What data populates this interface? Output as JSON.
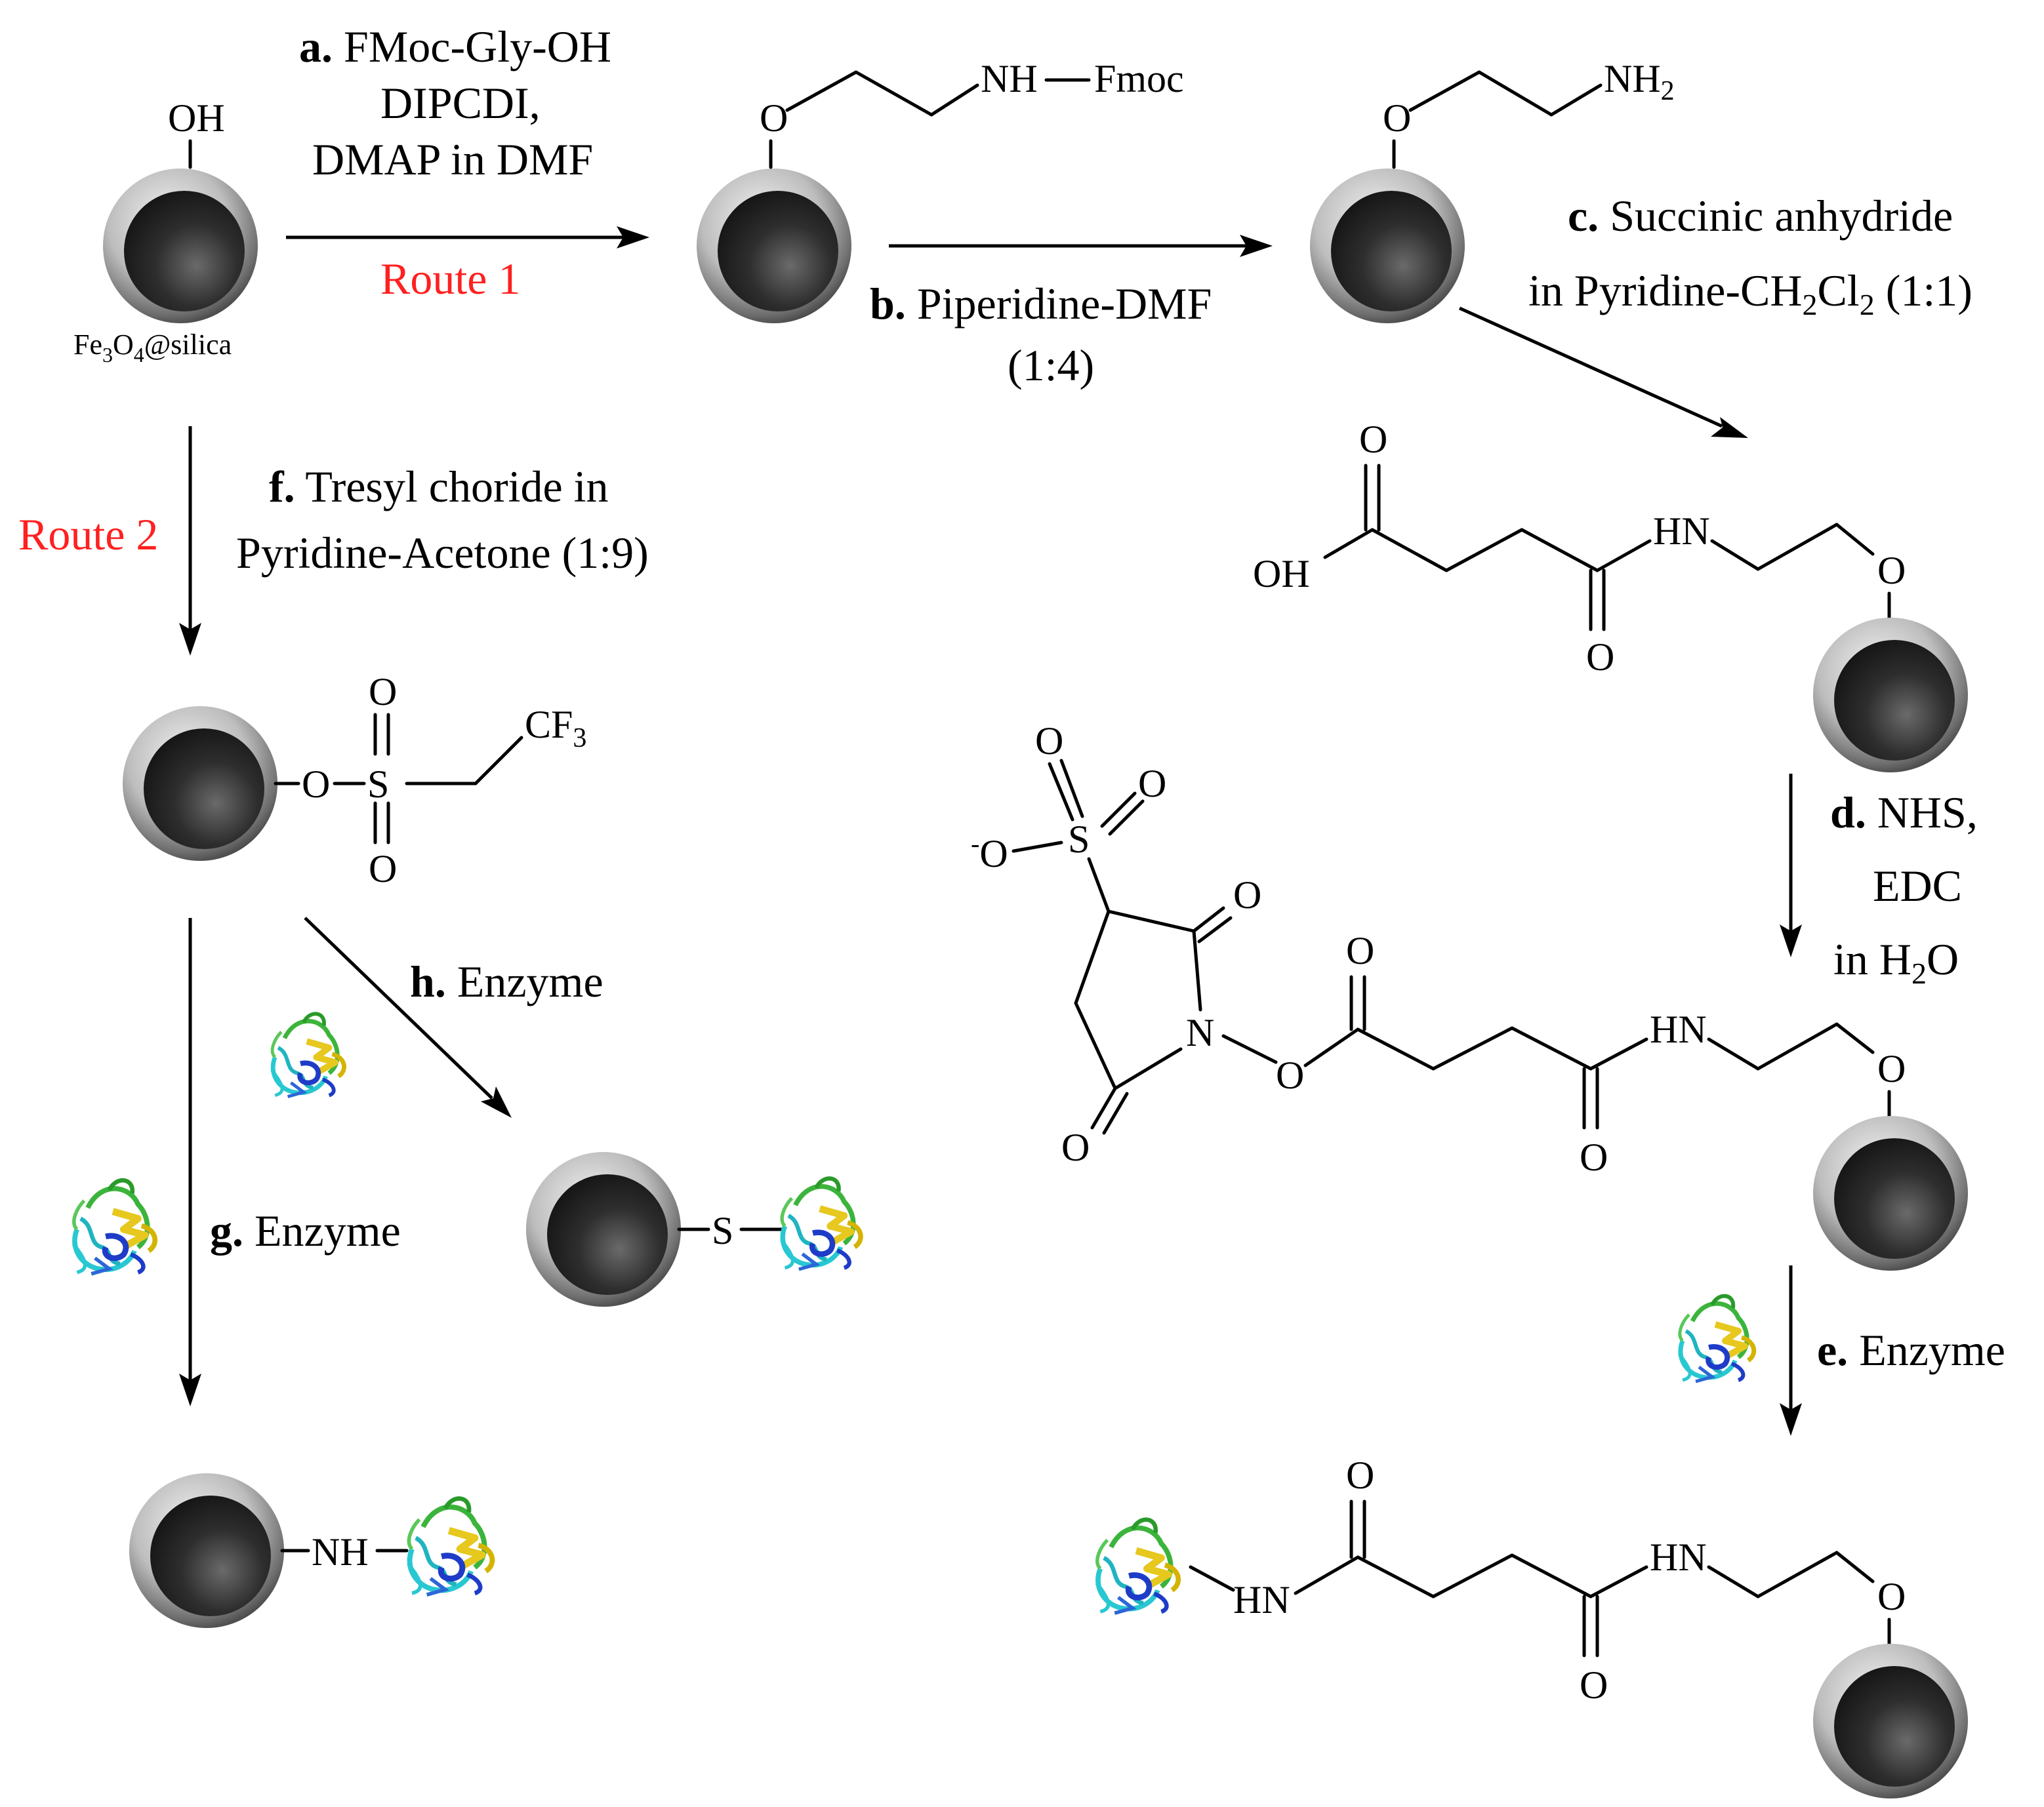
{
  "start": {
    "label_main": "Fe",
    "sub1": "3",
    "mid": "O",
    "sub2": "4",
    "tail": "@silica",
    "oh": "OH"
  },
  "route1": {
    "label": "Route 1",
    "color": "#ff2020"
  },
  "route2": {
    "label": "Route 2",
    "color": "#ff2020"
  },
  "steps": {
    "a": {
      "letter": "a.",
      "line1": " FMoc-Gly-OH",
      "line2": "DIPCDI,",
      "line3": "DMAP in DMF"
    },
    "b": {
      "letter": "b.",
      "line1": " Piperidine-DMF",
      "line2": "(1:4)"
    },
    "c": {
      "letter": "c.",
      "line1": " Succinic anhydride",
      "line2_pre": "in Pyridine-CH",
      "line2_sub1": "2",
      "line2_mid": "Cl",
      "line2_sub2": "2",
      "line2_post": " (1:1)"
    },
    "d": {
      "letter": "d.",
      "line1": " NHS,",
      "line2": "EDC",
      "line3_pre": "in H",
      "line3_sub": "2",
      "line3_post": "O"
    },
    "e": {
      "letter": "e.",
      "line1": " Enzyme"
    },
    "f": {
      "letter": "f.",
      "line1": " Tresyl choride in",
      "line2": "Pyridine-Acetone (1:9)"
    },
    "g": {
      "letter": "g.",
      "line1": " Enzyme"
    },
    "h": {
      "letter": "h.",
      "line1": " Enzyme"
    }
  },
  "atoms": {
    "O": "O",
    "N": "N",
    "S": "S",
    "OH": "OH",
    "HN": "HN",
    "NH": "NH",
    "NH2_pre": "NH",
    "NH2_sub": "2",
    "Fmoc": "Fmoc",
    "CF3_pre": "CF",
    "CF3_sub": "3",
    "Ominus_sup": "-",
    "Ominus": "O"
  },
  "colors": {
    "bead_core": "#2a2a2a",
    "bead_shell": "#cfcfcf",
    "enzyme_green": "#3cb43c",
    "enzyme_yellow": "#e6c81e",
    "enzyme_cyan": "#28c8d2",
    "enzyme_blue": "#1e3cc8"
  },
  "icons": {
    "bead": "nanoparticle-bead-icon",
    "enzyme": "enzyme-protein-icon"
  }
}
